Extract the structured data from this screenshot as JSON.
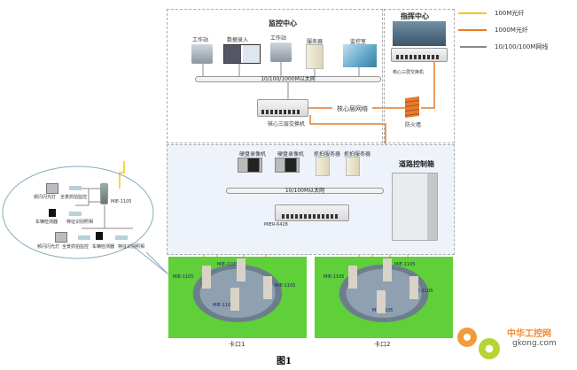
{
  "legend": {
    "items": [
      {
        "label": "100M光纤",
        "color": "#f5c518"
      },
      {
        "label": "1000M光纤",
        "color": "#e87a2a"
      },
      {
        "label": "10/100/100M网线",
        "color": "#888888"
      }
    ]
  },
  "monitor_center": {
    "title": "监控中心",
    "devices": [
      "工作站",
      "数据录入",
      "工作站",
      "服务器",
      "监控室"
    ],
    "bus_label": "10/100/1000M以太网",
    "core_switch_label": "核心三层交换机"
  },
  "command_center": {
    "title": "指挥中心",
    "core_switch_label": "核心三层交换机",
    "firewall_label": "防火墙"
  },
  "core_network_label": "核心层网络",
  "road_control": {
    "devices": [
      "硬盘录像机",
      "硬盘录像机",
      "抓拍服务器",
      "抓拍服务器"
    ],
    "bus_label": "10/100M以太网",
    "switch_label": "MIER-6428",
    "cabinet_label": "道路控制箱"
  },
  "bubble": {
    "switch_label": "MIE-1105",
    "row1": [
      "频闪闪光灯",
      "全景抓拍监控"
    ],
    "row2": [
      "车辆检测器",
      "特征识别照相"
    ],
    "row3": [
      "频闪闪光灯",
      "全景抓拍监控",
      "车辆检测器",
      "特征识别照相"
    ]
  },
  "checkpoints": [
    {
      "label": "卡口1",
      "switch_labels": [
        "MIE-1105",
        "MIE-1105",
        "MIE-1105",
        "MIE-1105"
      ]
    },
    {
      "label": "卡口2",
      "switch_labels": [
        "MIE-1105",
        "MIE-1105",
        "MIE-1105",
        "MIE-1105"
      ]
    }
  ],
  "figure_caption": "图1",
  "watermark": {
    "cn": "中华工控网",
    "en": "gkong.com"
  }
}
